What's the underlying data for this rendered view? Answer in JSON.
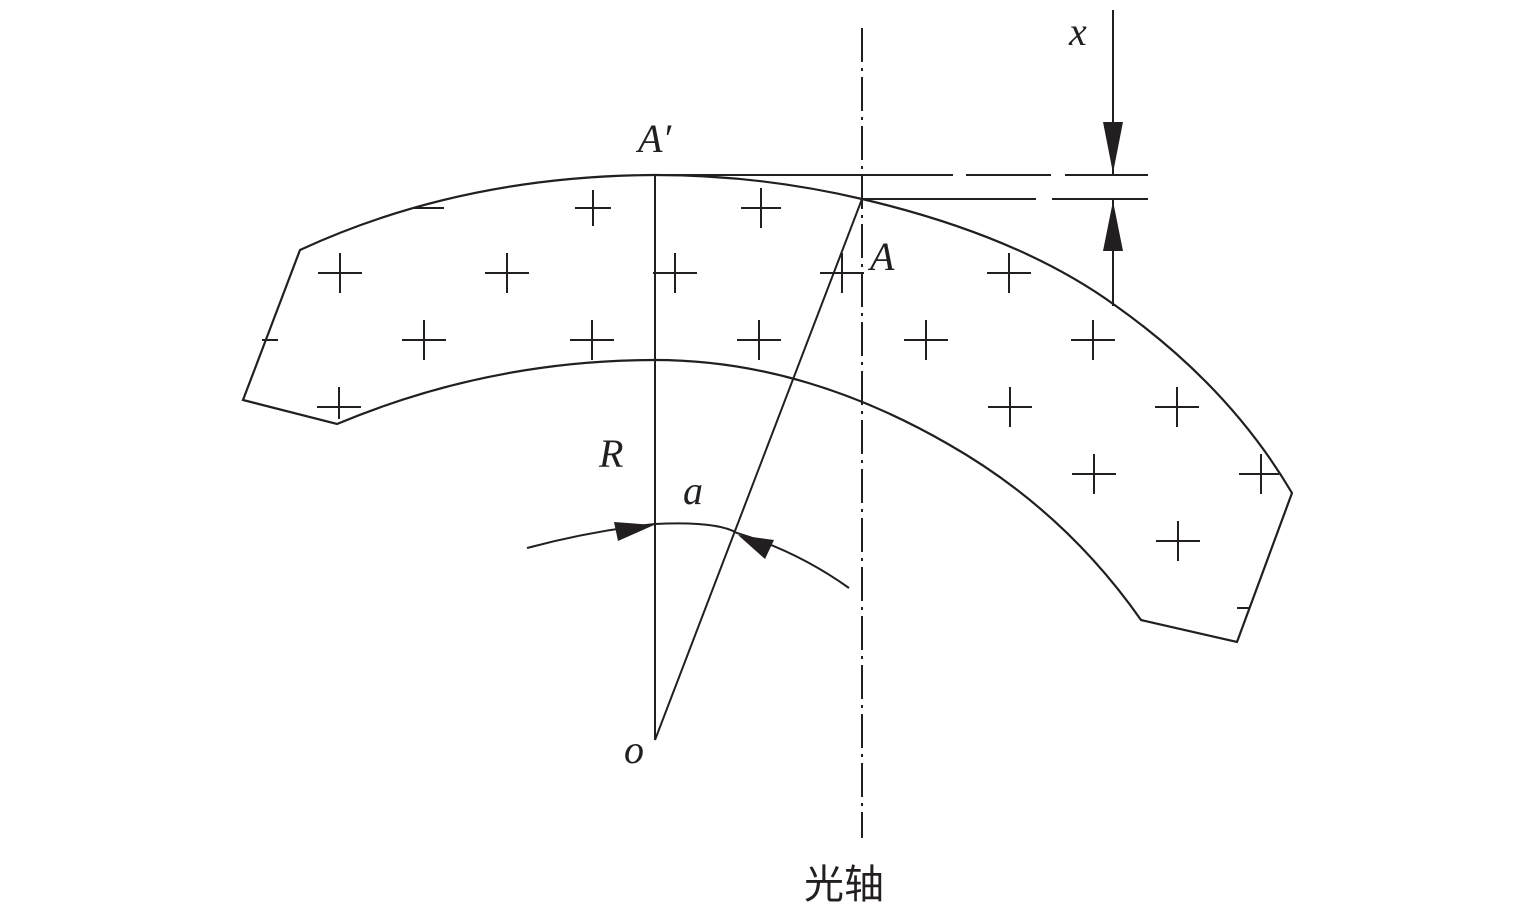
{
  "labels": {
    "a_prime": "A′",
    "a_point": "A",
    "radius": "R",
    "angle": "a",
    "origin": "o",
    "offset": "x",
    "optical_axis": "光轴"
  }
}
